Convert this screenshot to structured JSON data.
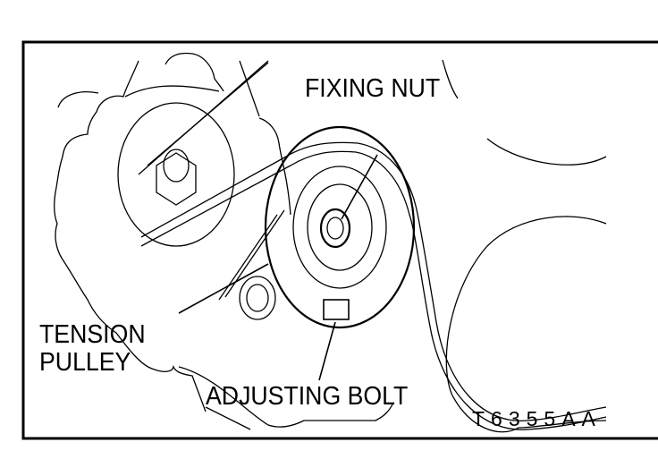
{
  "labels": {
    "fixing_nut": "FIXING NUT",
    "tension_pulley_line1": "TENSION",
    "tension_pulley_line2": "PULLEY",
    "adjusting_bolt": "ADJUSTING BOLT"
  },
  "figure_code": "T6355AA"
}
